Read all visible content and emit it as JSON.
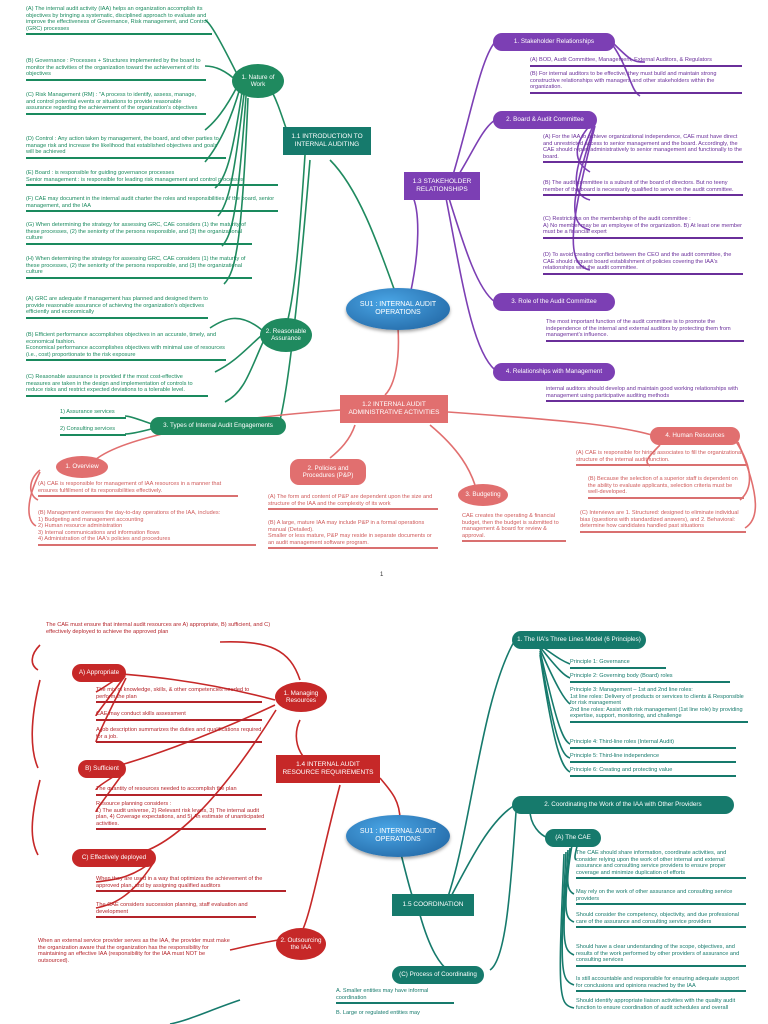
{
  "page1": {
    "core": "SU1 : INTERNAL AUDIT OPERATIONS",
    "intro": {
      "title": "1.1 INTRODUCTION TO INTERNAL AUDITING",
      "nature": "1. Nature of Work",
      "nature_items": [
        "(A) The internal audit activity (IAA) helps an organization accomplish its objectives by bringing a systematic, disciplined approach to evaluate and improve the effectiveness of Governance, Risk management, and Control (GRC) processes",
        "(B) Governance : Processes + Structures implemented by the board to monitor the activities of the organization toward the achievement of its objectives",
        "(C) Risk Management (RM) : \"A process to identify, assess, manage, and control potential events or situations to provide reasonable assurance regarding the achievement of the organization's objectives",
        "(D) Control : Any action taken by management, the board, and other parties to manage risk and increase the likelihood that established objectives and goals will be achieved",
        "(E) Board : is responsible for guiding governance processes\nSenior management : is responsible for leading risk management and control processes",
        "(F) CAE may document in the internal audit charter the roles and responsibilities of the board, senior management, and the IAA",
        "(G) When determining the strategy for assessing GRC, CAE considers (1) the maturity of these processes, (2) the seniority of the persons responsible, and (3) the organizational culture",
        "(H) When determining the strategy for assessing GRC, CAE considers (1) the maturity of these processes, (2) the seniority of the persons responsible, and (3) the organizational culture"
      ],
      "reasonable": "2. Reasonable Assurance",
      "reasonable_items": [
        "(A) GRC are adequate if management has planned and designed them to provide reasonable assurance of achieving the organization's objectives efficiently and economically",
        "(B) Efficient performance accomplishes objectives in an accurate, timely, and economical fashion.\nEconomical performance accomplishes objectives with minimal use of resources (i.e., cost) proportionate to the risk exposure",
        "(C) Reasonable assurance is provided if the most cost-effective measures are taken in the design and implementation of controls to reduce risks and restrict expected deviations to a tolerable level."
      ],
      "types": "3. Types of Internal Audit Engagements",
      "types_items": [
        "1) Assurance services",
        "2) Consulting services"
      ]
    },
    "stakeholder": {
      "title": "1.3 STAKEHOLDER RELATIONSHIPS",
      "b1": "1. Stakeholder Relationships",
      "b1_items": [
        "(A) BOD, Audit Committee, Management, External Auditors, & Regulators",
        "(B) For internal auditors to be effective, they must build and maintain strong constructive relationships with managers and other stakeholders within the organization."
      ],
      "b2": "2. Board & Audit Committee",
      "b2_items": [
        "(A) For the IAA to achieve organizational independence, CAE must have direct and unrestricted access to senior management and the board. Accordingly, the CAE should report administratively to senior management and functionally to the board.",
        "(B) The audit committee is a subunit of the board of directors. But no teeny member of the board is necessarily qualified to serve on the audit committee.",
        "(C) Restrictions on the membership of the audit committee :\nA) No member may be an employee of the organization. B) At least one member must be a financial expert",
        "(D) To avoid creating conflict between the CEO and the audit committee, the CAE should request board establishment of policies covering the IAA's relationships with the audit committee."
      ],
      "b3": "3. Role of the Audit Committee",
      "b3_items": [
        "The most important function of the audit committee is to promote the independence of the internal and external auditors by protecting them from management's influence."
      ],
      "b4": "4. Relationships with Management",
      "b4_items": [
        "internal auditors should develop and maintain good working relationships with management using participative auditing methods"
      ]
    },
    "admin": {
      "title": "1.2 INTERNAL AUDIT ADMINISTRATIVE ACTIVITIES",
      "overview": "1. Overview",
      "overview_items": [
        "(A) CAE is responsible for management of IAA resources in a manner that ensures fulfillment of its responsibilities effectively.",
        "(B) Management oversees the day-to-day operations of the IAA, includes:\n1) Budgeting and management accounting\n2) Human resource administration\n3) Internal communications and information flows\n4) Administration of the IAA's policies and procedures"
      ],
      "policies": "2. Policies and Procedures (P&P)",
      "policies_items": [
        "(A) The form and content of P&P are dependent upon the size and structure of the IAA and the complexity of its work",
        "(B) A large, mature IAA may include P&P in a formal operations manual (Detailed).\nSmaller or less mature, P&P may reside in separate documents or an audit management software program."
      ],
      "budgeting": "3. Budgeting",
      "budgeting_items": [
        "CAE creates the operating & financial budget, then the budget is submitted to management & board for review & approval."
      ],
      "hr": "4. Human Resources",
      "hr_items": [
        "(A) CAE is responsible for hiring associates to fill the organizational structure of the internal audit function.",
        "(B) Because the selection of a superior staff is dependent on the ability to evaluate applicants, selection criteria must be well-developed.",
        "(C) Interviews are 1. Structured: designed to eliminate individual bias (questions with standardized answers), and 2. Behavioral: determine how candidates handled past situations"
      ]
    },
    "page_number": "1"
  },
  "page2": {
    "core": "SU1 : INTERNAL AUDIT OPERATIONS",
    "resources": {
      "title": "1.4 INTERNAL AUDIT RESOURCE REQUIREMENTS",
      "intro": "The CAE must ensure that internal audit resources are A) appropriate, B) sufficient, and C) effectively deployed to achieve the approved plan",
      "managing": "1. Managing Resources",
      "appropriate": "A) Appropriate",
      "appropriate_items": [
        "The mix of knowledge, skills, & other competencies needed to perform the plan",
        "CAE may conduct skills assessment",
        "A job description summarizes the duties and qualifications required for a job."
      ],
      "sufficient": "B) Sufficient",
      "sufficient_items": [
        "The quantity of resources needed to accomplish the plan",
        "Resource planning considers :\n1) The audit universe, 2) Relevant risk levels, 3) The internal audit plan, 4) Coverage expectations, and 5) An estimate of unanticipated activities."
      ],
      "deployed": "C) Effectively deployed",
      "deployed_items": [
        "When they are used in a way that optimizes the achievement of the approved plan, and by assigning qualified auditors",
        "The CAE considers succession planning, staff evaluation and development"
      ],
      "outsourcing": "2. Outsourcing the IAA",
      "outsourcing_text": "When an external service provider serves as the IAA, the provider must make the organization aware that the organization has the responsibility for maintaining an effective IAA (responsibility for the IAA must NOT be outsourced)."
    },
    "coordination": {
      "title": "1.5 COORDINATION",
      "lines": "1. The IIA's Three Lines Model (6 Principles)",
      "lines_items": [
        "Principle 1: Governance",
        "Principle 2: Governing body (Board) roles",
        "Principle 3: Management – 1st and 2nd line roles:\n1st line roles: Delivery of products or services to clients & Responsible for risk management\n2nd line roles: Assist with risk management (1st line role) by providing expertise, support, monitoring, and challenge",
        "Principle 4: Third-line roles (Internal Audit)",
        "Principle 5: Third-line independence",
        "Principle 6: Creating and protecting value"
      ],
      "work": "2. Coordinating the Work of the IAA with Other Providers",
      "cae": "(A) The CAE",
      "cae_items": [
        "The CAE should share information, coordinate activities, and consider relying upon the work of other internal and external assurance and consulting service providers to ensure proper coverage and minimize duplication of efforts",
        "May rely on the work of other assurance and consulting service providers",
        "Should consider the competency, objectivity, and due professional care of the assurance and consulting service providers",
        "Should have a clear understanding of the scope, objectives, and results of the work performed by other providers of assurance and consulting services",
        "Is still accountable and responsible for ensuring adequate support for conclusions and opinions reached by the IAA",
        "Should identify appropriate liaison activities with the quality audit function to ensure coordination of audit schedules and overall"
      ],
      "process": "(C) Process of Coordinating",
      "process_items": [
        "A. Smaller entities may have informal coordination",
        "B. Large or regulated entities may"
      ]
    }
  },
  "colors": {
    "green": "#1f8a5f",
    "purple": "#7c3fb4",
    "salmon": "#e16f6f",
    "red": "#c62828",
    "teal": "#167a6c",
    "core_blue": "#2b7cc2"
  }
}
